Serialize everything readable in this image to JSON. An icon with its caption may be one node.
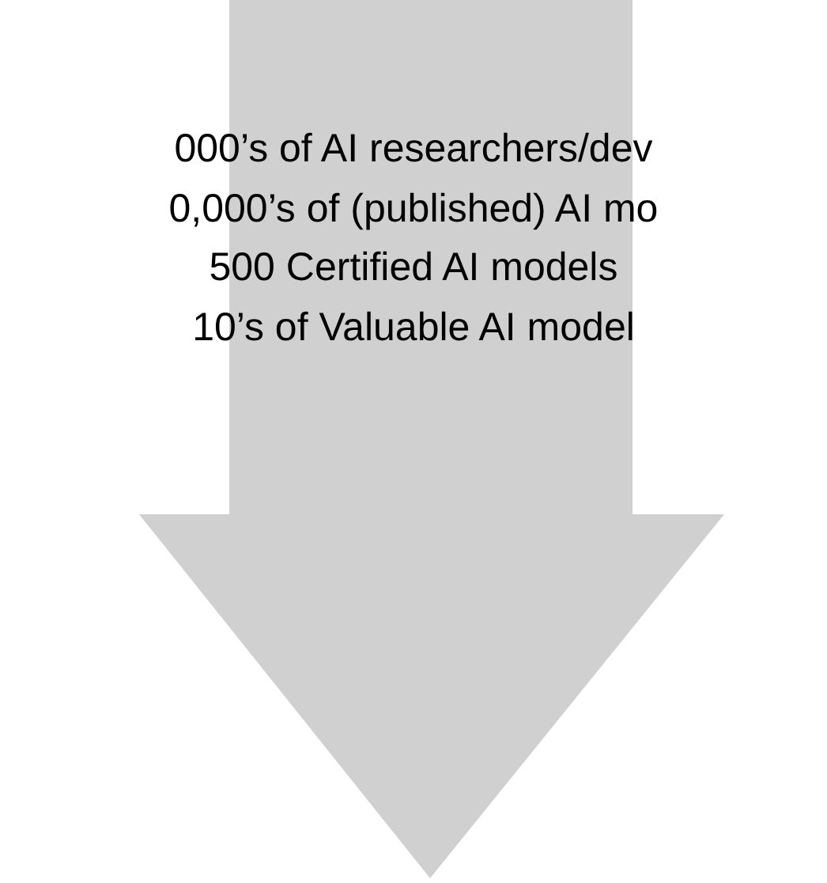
{
  "diagram": {
    "nodes": [
      {
        "text": [
          "000’s of AI researchers/dev",
          "0,000’s of (published) AI mo",
          "500 Certified AI models",
          "10’s of Valuable AI model"
        ]
      }
    ]
  }
}
